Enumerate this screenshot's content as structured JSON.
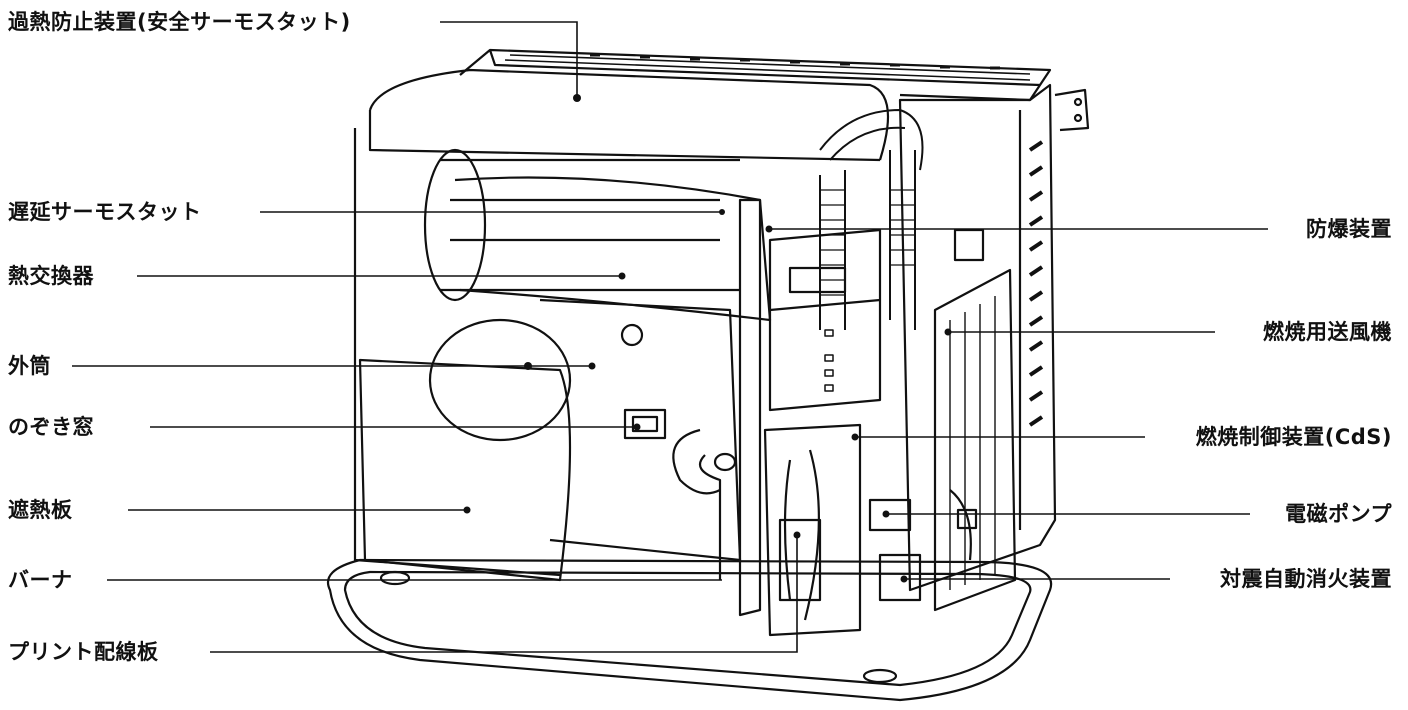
{
  "labels": {
    "overheat": "過熱防止装置(安全サーモスタット)",
    "delay_thermostat": "遅延サーモスタット",
    "heat_exchanger": "熱交換器",
    "outer_cylinder": "外筒",
    "peep_window": "のぞき窓",
    "heat_shield": "遮熱板",
    "burner": "バーナ",
    "pcb": "プリント配線板",
    "explosion_proof": "防爆装置",
    "combustion_fan": "燃焼用送風機",
    "combustion_control": "燃焼制御装置(CdS)",
    "solenoid_pump": "電磁ポンプ",
    "seismic_extinguisher": "対震自動消火装置"
  },
  "colors": {
    "ink": "#111111",
    "paper": "#ffffff"
  }
}
